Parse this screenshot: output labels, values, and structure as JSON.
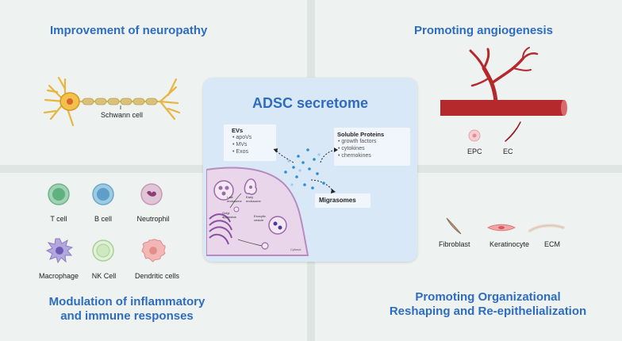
{
  "center": {
    "title": "ADSC secretome",
    "evs": {
      "title": "EVs",
      "items": [
        "apoVs",
        "MVs",
        "Exos"
      ]
    },
    "soluble": {
      "title": "Soluble Proteins",
      "items": [
        "growth factors",
        "cytokines",
        "chemokines"
      ]
    },
    "migrasomes": "Migrasomes",
    "cell_labels": {
      "late_endosome": "Late endosome",
      "early_endosome": "Early endosome",
      "golgi": "Golgi apparatus",
      "exocytic_vesicle": "Exocytic vesicle",
      "cytosol": "Cytosol"
    }
  },
  "top_left": {
    "title": "Improvement of neuropathy",
    "schwann": "Schwann cell"
  },
  "top_right": {
    "title": "Promoting angiogenesis",
    "epc": "EPC",
    "ec": "EC"
  },
  "bottom_left": {
    "title_line1": "Modulation of inflammatory",
    "title_line2": "and immune responses",
    "cells": [
      "T cell",
      "B cell",
      "Neutrophil",
      "Macrophage",
      "NK Cell",
      "Dendritic cells"
    ]
  },
  "bottom_right": {
    "title_line1": "Promoting Organizational",
    "title_line2": "Reshaping and Re-epithelialization",
    "cells": [
      "Fibroblast",
      "Keratinocyte",
      "ECM"
    ]
  },
  "colors": {
    "heading": "#2e6cc0",
    "vessel": "#b5282c",
    "center_box": "#d9e8f7",
    "background": "#eef3f1"
  }
}
